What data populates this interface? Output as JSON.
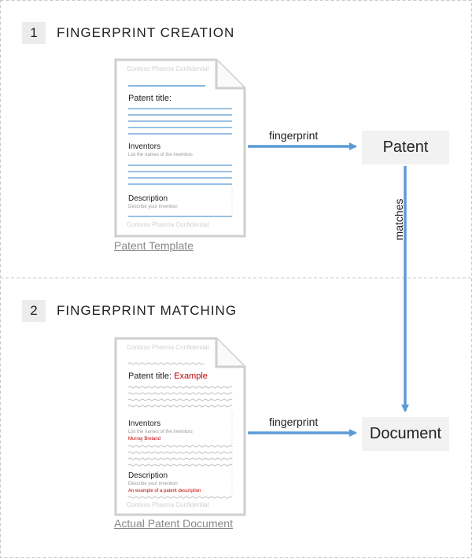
{
  "sections": [
    {
      "number": "1",
      "title": "FINGERPRINT CREATION"
    },
    {
      "number": "2",
      "title": "FINGERPRINT MATCHING"
    }
  ],
  "template_doc": {
    "header": "Contoso Pharma Confidential",
    "footer": "Contoso Pharma Confidential",
    "patent_title_label": "Patent title:",
    "inventors_label": "Inventors",
    "inventors_hint": "List the names of the inventors",
    "description_label": "Description",
    "description_hint": "Describe your invention",
    "caption": "Patent Template"
  },
  "actual_doc": {
    "header": "Contoso Pharma Confidential",
    "footer": "Contoso Pharma Confidential",
    "patent_title_label": "Patent title:",
    "patent_title_value": "Example",
    "inventors_label": "Inventors",
    "inventors_hint": "List the names of the inventors",
    "inventors_value": "Murray Breland",
    "description_label": "Description",
    "description_hint": "Describe your invention",
    "description_value": "An example of a patent description",
    "caption": "Actual Patent Document"
  },
  "boxes": {
    "patent": "Patent",
    "document": "Document"
  },
  "arrows": {
    "fingerprint_top": "fingerprint",
    "fingerprint_bottom": "fingerprint",
    "matches": "matches"
  },
  "colors": {
    "accent": "#5b9bd5",
    "highlight": "#c00000",
    "dash": "#c8c8c8"
  }
}
